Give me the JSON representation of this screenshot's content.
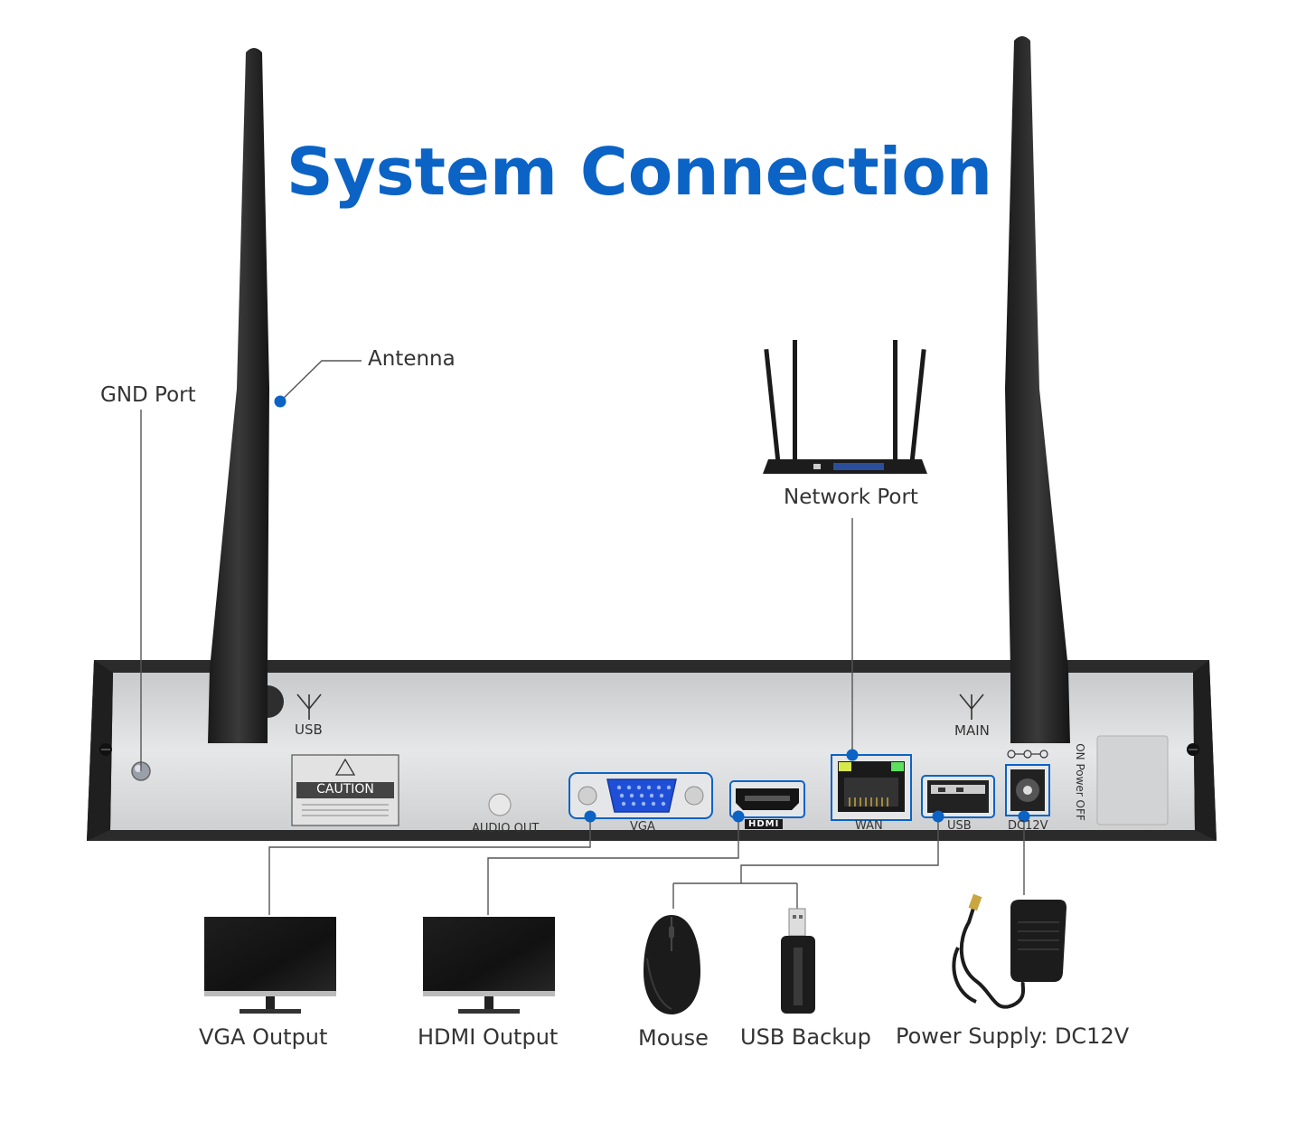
{
  "title": "System Connection",
  "callouts": {
    "gnd_port": "GND Port",
    "antenna": "Antenna",
    "network_port": "Network Port"
  },
  "panel": {
    "usb_antenna": "USB",
    "main_antenna": "MAIN",
    "caution": "CAUTION",
    "audio_out": "AUDIO OUT",
    "vga": "VGA",
    "hdmi_logo": "HDMI",
    "wan": "WAN",
    "usb_port": "USB",
    "dc12v": "DC12V",
    "power_switch": "ON Power OFF"
  },
  "devices": {
    "vga_output": "VGA Output",
    "hdmi_output": "HDMI Output",
    "mouse": "Mouse",
    "usb_backup": "USB Backup",
    "power_supply": "Power Supply: DC12V"
  },
  "colors": {
    "title_blue": "#0b63c5",
    "dot_blue": "#0b63c5",
    "panel_silver": "#d9dadc",
    "chassis": "#2b2b2b",
    "vga_blue": "#1f4fd6"
  }
}
